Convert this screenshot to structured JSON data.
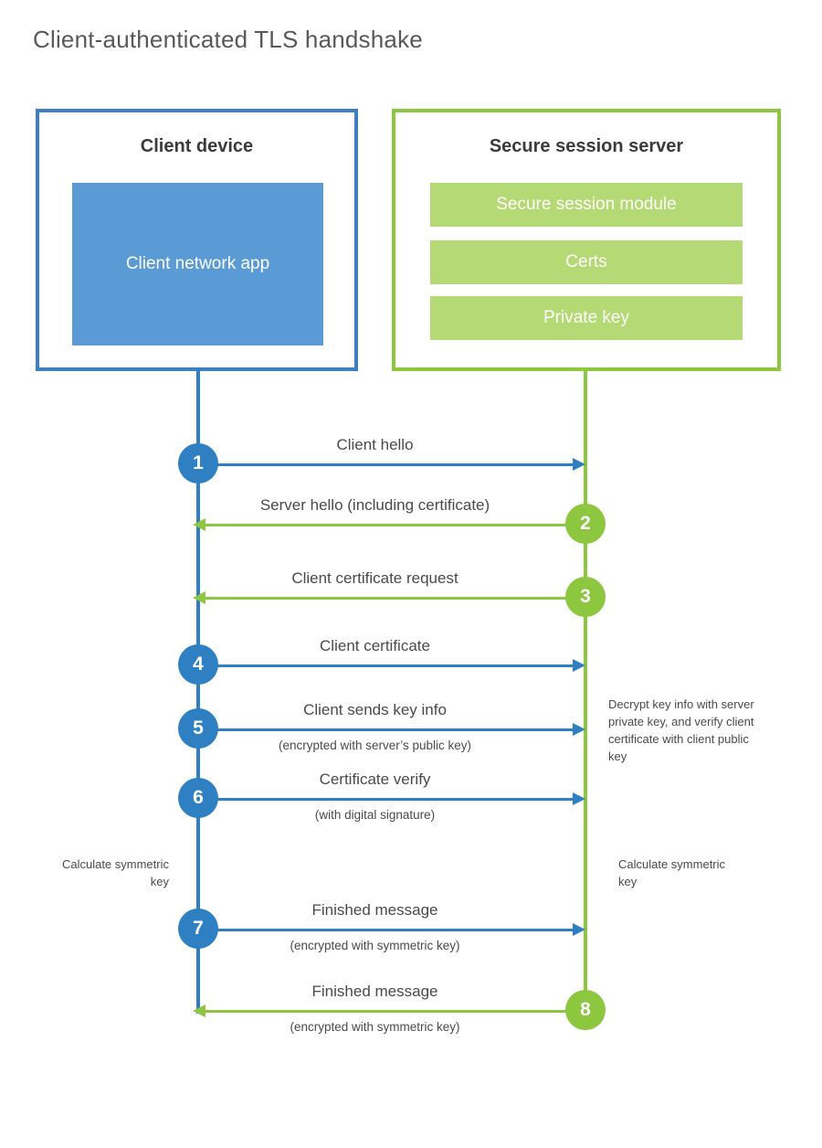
{
  "title": "Client-authenticated TLS handshake",
  "colors": {
    "client_border": "#3f7ebf",
    "client_app_fill": "#5b9bd5",
    "client_line": "#2f80c2",
    "server_border": "#8dc63f",
    "server_block_fill": "#b5d974",
    "server_line": "#8dc63f",
    "text": "#4a4a4a",
    "title_text": "#58595b",
    "background": "#ffffff"
  },
  "actors": {
    "client": {
      "title": "Client device",
      "blocks": [
        "Client network app"
      ]
    },
    "server": {
      "title": "Secure session server",
      "blocks": [
        "Secure session module",
        "Certs",
        "Private key"
      ]
    }
  },
  "steps": [
    {
      "number": "1",
      "label": "Client hello",
      "sub": "",
      "direction": "client-to-server",
      "color": "blue"
    },
    {
      "number": "2",
      "label": "Server hello (including certificate)",
      "sub": "",
      "direction": "server-to-client",
      "color": "green"
    },
    {
      "number": "3",
      "label": "Client certificate request",
      "sub": "",
      "direction": "server-to-client",
      "color": "green"
    },
    {
      "number": "4",
      "label": "Client certificate",
      "sub": "",
      "direction": "client-to-server",
      "color": "blue"
    },
    {
      "number": "5",
      "label": "Client sends key info",
      "sub": "(encrypted with server’s public key)",
      "direction": "client-to-server",
      "color": "blue"
    },
    {
      "number": "6",
      "label": "Certificate verify",
      "sub": "(with digital signature)",
      "direction": "client-to-server",
      "color": "blue"
    },
    {
      "number": "7",
      "label": "Finished message",
      "sub": "(encrypted with symmetric key)",
      "direction": "client-to-server",
      "color": "blue"
    },
    {
      "number": "8",
      "label": "Finished message",
      "sub": "(encrypted with symmetric key)",
      "direction": "server-to-client",
      "color": "green"
    }
  ],
  "notes": {
    "server_decrypt": "Decrypt key info with server private key, and verify client certificate with client public key",
    "client_calculate": "Calculate symmetric key",
    "server_calculate": "Calculate symmetric key"
  }
}
